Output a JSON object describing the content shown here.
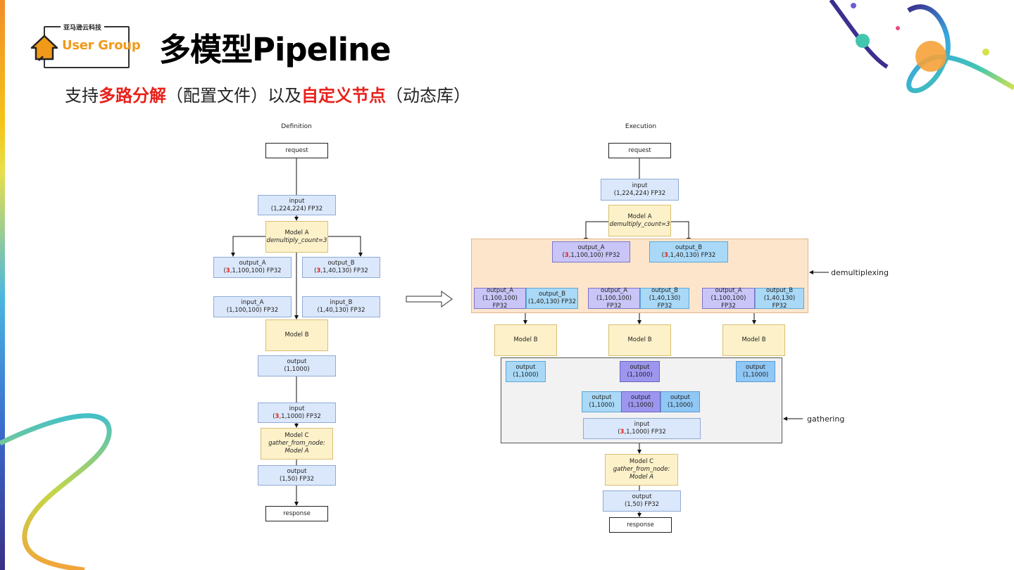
{
  "header": {
    "logo_top_text": "亚马逊云科技",
    "logo_text": "User Group",
    "title": "多模型Pipeline",
    "subtitle": {
      "part1": "支持",
      "part2": "多路分解",
      "part3": "（配置文件）以及",
      "part4": "自定义节点",
      "part5": "（动态库）"
    }
  },
  "definition": {
    "label": "Definition",
    "request": "request",
    "input": {
      "name": "input",
      "shape": "(1,224,224) FP32"
    },
    "model_a": {
      "name": "Model A",
      "param": "demultiply_count=3"
    },
    "output_a": {
      "name": "output_A",
      "shape_prefix": "(",
      "shape_num": "3",
      "shape_suffix": ",1,100,100) FP32"
    },
    "output_b": {
      "name": "output_B",
      "shape_prefix": "(",
      "shape_num": "3",
      "shape_suffix": ",1,40,130) FP32"
    },
    "input_a": {
      "name": "input_A",
      "shape": "(1,100,100) FP32"
    },
    "input_b": {
      "name": "input_B",
      "shape": "(1,40,130) FP32"
    },
    "model_b": {
      "name": "Model B"
    },
    "output": {
      "name": "output",
      "shape": "(1,1000)"
    },
    "input2": {
      "name": "input",
      "shape_prefix": "(",
      "shape_num": "3",
      "shape_suffix": ",1,1000) FP32"
    },
    "model_c": {
      "name": "Model C",
      "param1": "gather_from_node:",
      "param2": "Model A"
    },
    "output2": {
      "name": "output",
      "shape": "(1,50) FP32"
    },
    "response": "response"
  },
  "execution": {
    "label": "Execution",
    "request": "request",
    "input": {
      "name": "input",
      "shape": "(1,224,224) FP32"
    },
    "model_a": {
      "name": "Model A",
      "param": "demultiply_count=3"
    },
    "output_a": {
      "name": "output_A",
      "shape_prefix": "(",
      "shape_num": "3",
      "shape_suffix": ",1,100,100) FP32"
    },
    "output_b": {
      "name": "output_B",
      "shape_prefix": "(",
      "shape_num": "3",
      "shape_suffix": ",1,40,130) FP32"
    },
    "split_a": {
      "name": "output_A",
      "shape": "(1,100,100) FP32"
    },
    "split_b": {
      "name": "output_B",
      "shape": "(1,40,130) FP32"
    },
    "model_b": "Model B",
    "out": {
      "name": "output",
      "shape": "(1,1000)"
    },
    "gather_input": {
      "name": "input",
      "shape_prefix": "(",
      "shape_num": "3",
      "shape_suffix": ",1,1000) FP32"
    },
    "model_c": {
      "name": "Model C",
      "param1": "gather_from_node:",
      "param2": "Model A"
    },
    "output2": {
      "name": "output",
      "shape": "(1,50) FP32"
    },
    "response": "response",
    "demux_label": "demultiplexing",
    "gather_label": "gathering"
  }
}
